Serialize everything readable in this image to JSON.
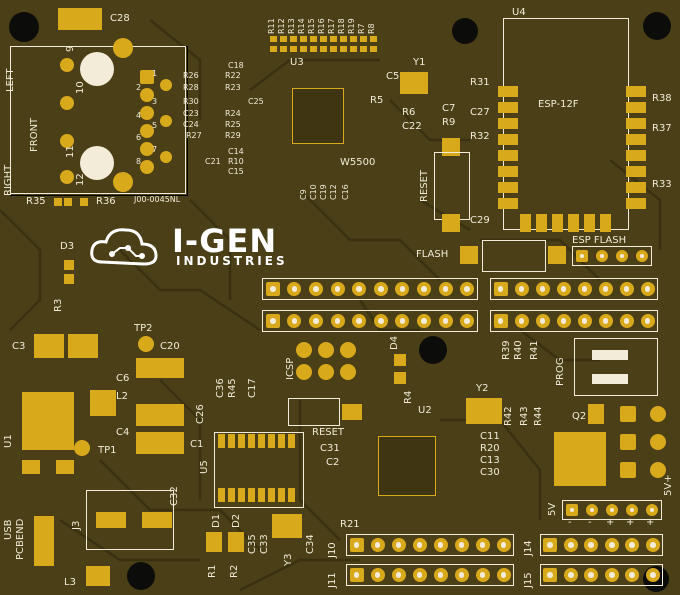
{
  "labels": {
    "c28": "C28",
    "u4": "U4",
    "u3": "U3",
    "y1": "Y1",
    "c5": "C5",
    "left": "LEFT",
    "front": "FRONT",
    "right": "RIGHT",
    "jack_part": "J00-0045NL",
    "r35": "R35",
    "r36": "R36",
    "esp12f": "ESP-12F",
    "w5500": "W5500",
    "reset_top": "RESET",
    "flash": "FLASH",
    "esp_flash": "ESP FLASH",
    "c29": "C29",
    "r31": "R31",
    "c27": "C27",
    "r32": "R32",
    "r38": "R38",
    "r37": "R37",
    "r33": "R33",
    "d3": "D3",
    "r3": "R3",
    "c3": "C3",
    "tp2": "TP2",
    "c20": "C20",
    "c6": "C6",
    "l2": "L2",
    "c4": "C4",
    "tp1": "TP1",
    "u1": "U1",
    "c36": "C36",
    "r45": "R45",
    "c17": "C17",
    "c26": "C26",
    "c1": "C1",
    "u5": "U5",
    "icsp": "ICSP",
    "d4": "D4",
    "r4": "R4",
    "reset_bottom": "RESET",
    "c31": "C31",
    "c2": "C2",
    "u2": "U2",
    "c11": "C11",
    "r20": "R20",
    "c13": "C13",
    "c30": "C30",
    "y2": "Y2",
    "r39": "R39",
    "r40": "R40",
    "r41": "R41",
    "r42": "R42",
    "r43": "R43",
    "r44": "R44",
    "prog": "PROG",
    "q2": "Q2",
    "c32": "C32",
    "j3": "J3",
    "usb": "USB",
    "pcbend": "PCBEND",
    "l3": "L3",
    "d1": "D1",
    "d2": "D2",
    "r1": "R1",
    "r2": "R2",
    "c35": "C35",
    "c33": "C33",
    "c34": "C34",
    "y3": "Y3",
    "r21": "R21",
    "j10": "J10",
    "j11": "J11",
    "j14": "J14",
    "j15": "J15",
    "fivev": "5V",
    "fivev_plus": "5V+",
    "gnd_sign": "-",
    "plus_sign": "+",
    "r6": "R6",
    "c7": "C7",
    "c22": "C22",
    "r9": "R9",
    "r5": "R5",
    "r26": "R26",
    "r22": "R22",
    "r28": "R28",
    "r23": "R23",
    "r30": "R30",
    "c25": "C25",
    "c23": "C23",
    "r24": "R24",
    "c24": "C24",
    "r25": "R25",
    "r27": "R27",
    "r29": "R29",
    "c14": "C14",
    "c21": "C21",
    "r10": "R10",
    "c15": "C15",
    "c18": "C18",
    "c9": "C9",
    "c10": "C10",
    "c19": "C19",
    "c12": "C12",
    "c16": "C16",
    "pin9": "9",
    "pin10": "10",
    "pin11": "11",
    "pin12": "12",
    "pin1": "1",
    "pin2": "2",
    "pin3": "3",
    "pin4": "4",
    "pin5": "5",
    "pin6": "6",
    "pin7": "7",
    "pin8": "8"
  },
  "top_resistors": [
    "R11",
    "R12",
    "R13",
    "R14",
    "R15",
    "R16",
    "R17",
    "R18",
    "R19",
    "R7",
    "R8"
  ],
  "logo": {
    "name": "I-GEN",
    "sub": "INDUSTRIES"
  },
  "colors": {
    "board": "#4a3f16",
    "pad": "#d9a91c",
    "silk": "#f2ecd8",
    "hole": "#0c0c0a",
    "copper_dark": "#3f3512"
  }
}
